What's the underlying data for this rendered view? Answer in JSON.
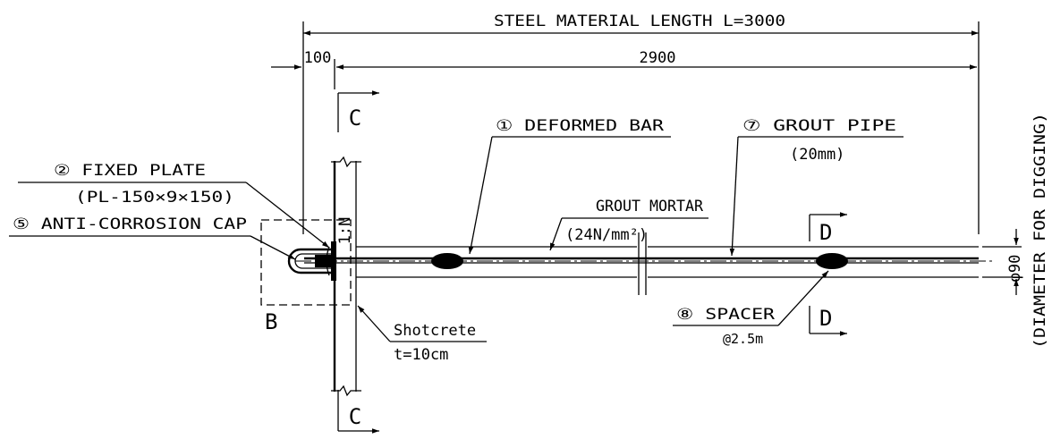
{
  "dimensions": {
    "total": "STEEL MATERIAL LENGTH  L=3000",
    "left": "100",
    "right": "2900",
    "diameter": "φ90",
    "diameter_note": "(DIAMETER FOR DIGGING)"
  },
  "labels": {
    "deformed_bar": "① DEFORMED BAR",
    "grout_pipe": "⑦ GROUT PIPE",
    "grout_pipe_size": "(20mm)",
    "fixed_plate": "② FIXED PLATE",
    "fixed_plate_spec": "(PL-150×9×150)",
    "grout_mortar": "GROUT MORTAR",
    "grout_mortar_spec": "(24N/mm²)",
    "anti_corrosion_cap": "⑤ ANTI-CORROSION CAP",
    "slope": "1:N",
    "spacer": "⑧ SPACER",
    "spacer_pitch": "@2.5m",
    "shotcrete": "Shotcrete",
    "shotcrete_thickness": "t=10cm"
  },
  "sections": {
    "c_top": "C",
    "c_bottom": "C",
    "d_top": "D",
    "d_bottom": "D",
    "detail_b": "B"
  }
}
